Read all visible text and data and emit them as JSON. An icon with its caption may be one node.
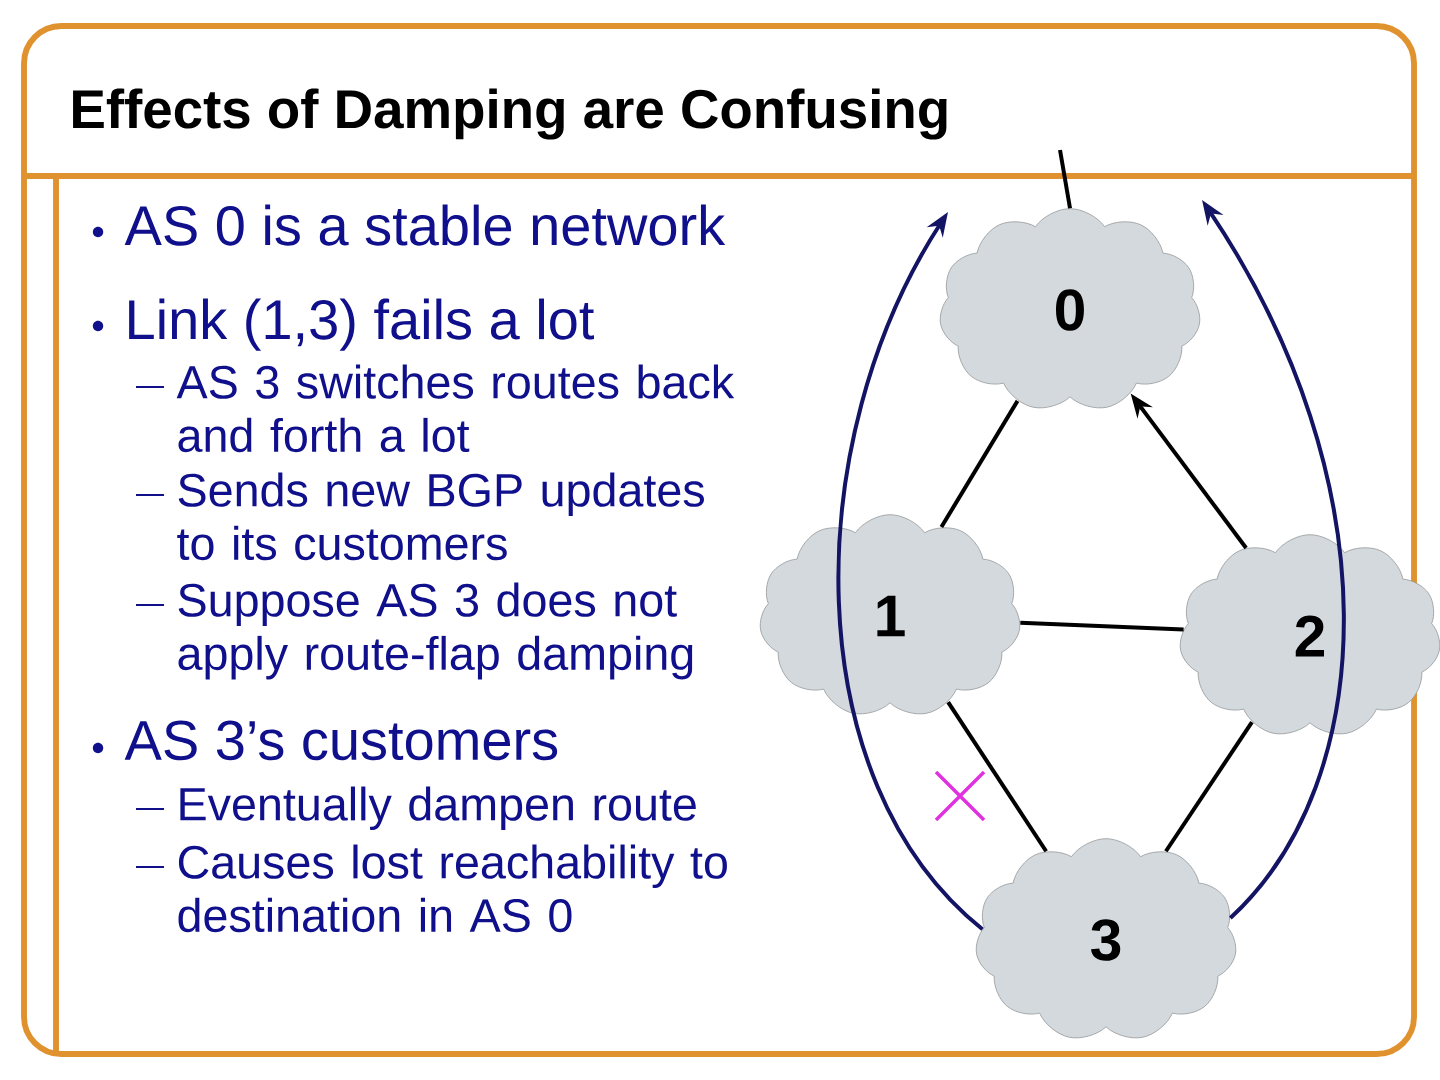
{
  "diagram": {
    "title": "Effects of Damping are Confusing",
    "nodes": [
      {
        "text": [
          "0"
        ]
      },
      {
        "text": [
          "1"
        ]
      },
      {
        "text": [
          "2"
        ]
      },
      {
        "text": [
          "3"
        ]
      }
    ],
    "edges": [
      {
        "from": 0,
        "to": 1,
        "arrow": "none"
      },
      {
        "from": 2,
        "to": 0,
        "arrow": "to"
      },
      {
        "from": 1,
        "to": 2,
        "arrow": "none"
      },
      {
        "from": 1,
        "to": 3,
        "arrow": "none"
      },
      {
        "from": 2,
        "to": 3,
        "arrow": "none"
      },
      {
        "from": 0,
        "to": null,
        "arrow": "none"
      },
      {
        "from": 3,
        "to": null,
        "arrow": "to",
        "color": "#141464"
      },
      {
        "from": 3,
        "to": null,
        "arrow": "to",
        "color": "#141464"
      }
    ],
    "labels": [
      "AS 0 is a stable network",
      "Link (1,3) fails a lot",
      "AS 3 switches routes back and forth a lot",
      "Sends new BGP updates to its customers",
      "Suppose AS 3 does not apply route-flap damping",
      "AS 3’s customers",
      "Eventually dampen route",
      "Causes lost reachability to destination in AS 0"
    ]
  }
}
